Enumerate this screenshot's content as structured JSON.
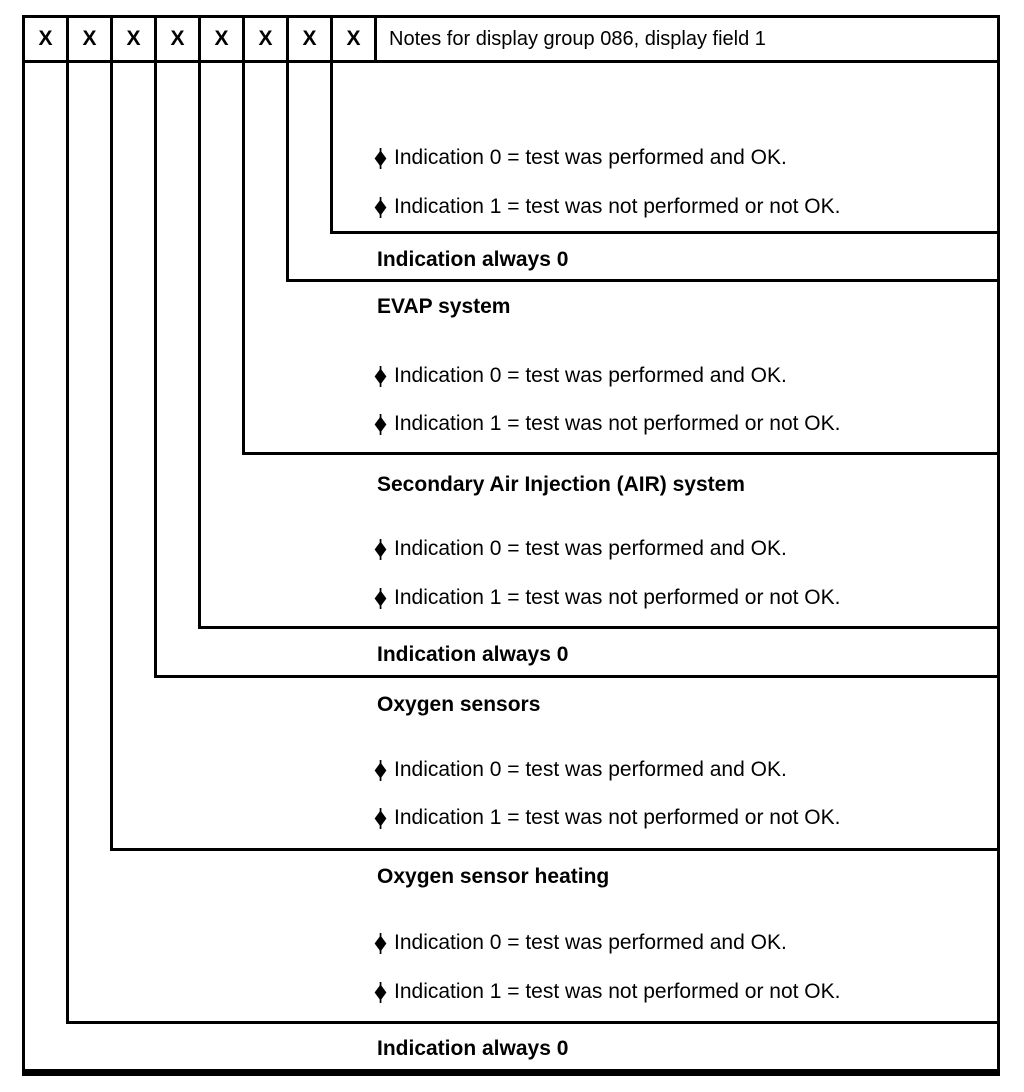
{
  "figure": {
    "colors": {
      "line": "#000000",
      "background": "#ffffff",
      "text": "#000000"
    },
    "header": {
      "bits": [
        "X",
        "X",
        "X",
        "X",
        "X",
        "X",
        "X",
        "X"
      ],
      "notes_label": "Notes for display group 086, display field 1"
    },
    "bullet_icon": "diamond-bullet",
    "blocks": [
      {
        "bit": "8",
        "heading": "",
        "bullets": [
          "Indication 0 = test was performed and OK.",
          "Indication 1 = test was not performed or not OK."
        ]
      },
      {
        "bit": "7",
        "heading": "Indication always 0",
        "bullets": []
      },
      {
        "bit": "6",
        "heading": "EVAP system",
        "bullets": [
          "Indication 0 = test was performed and OK.",
          "Indication 1 = test was not performed or not OK."
        ]
      },
      {
        "bit": "5",
        "heading": "Secondary Air Injection (AIR) system",
        "bullets": [
          "Indication 0 = test was performed and OK.",
          "Indication 1 = test was not performed or not OK."
        ]
      },
      {
        "bit": "4",
        "heading": "Indication always 0",
        "bullets": []
      },
      {
        "bit": "3",
        "heading": "Oxygen sensors",
        "bullets": [
          "Indication 0 = test was performed and OK.",
          "Indication 1 = test was not performed or not OK."
        ]
      },
      {
        "bit": "2",
        "heading": "Oxygen sensor heating",
        "bullets": [
          "Indication 0 = test was performed and OK.",
          "Indication 1 = test was not performed or not OK."
        ]
      },
      {
        "bit": "1",
        "heading": "Indication always 0",
        "bullets": []
      }
    ]
  }
}
